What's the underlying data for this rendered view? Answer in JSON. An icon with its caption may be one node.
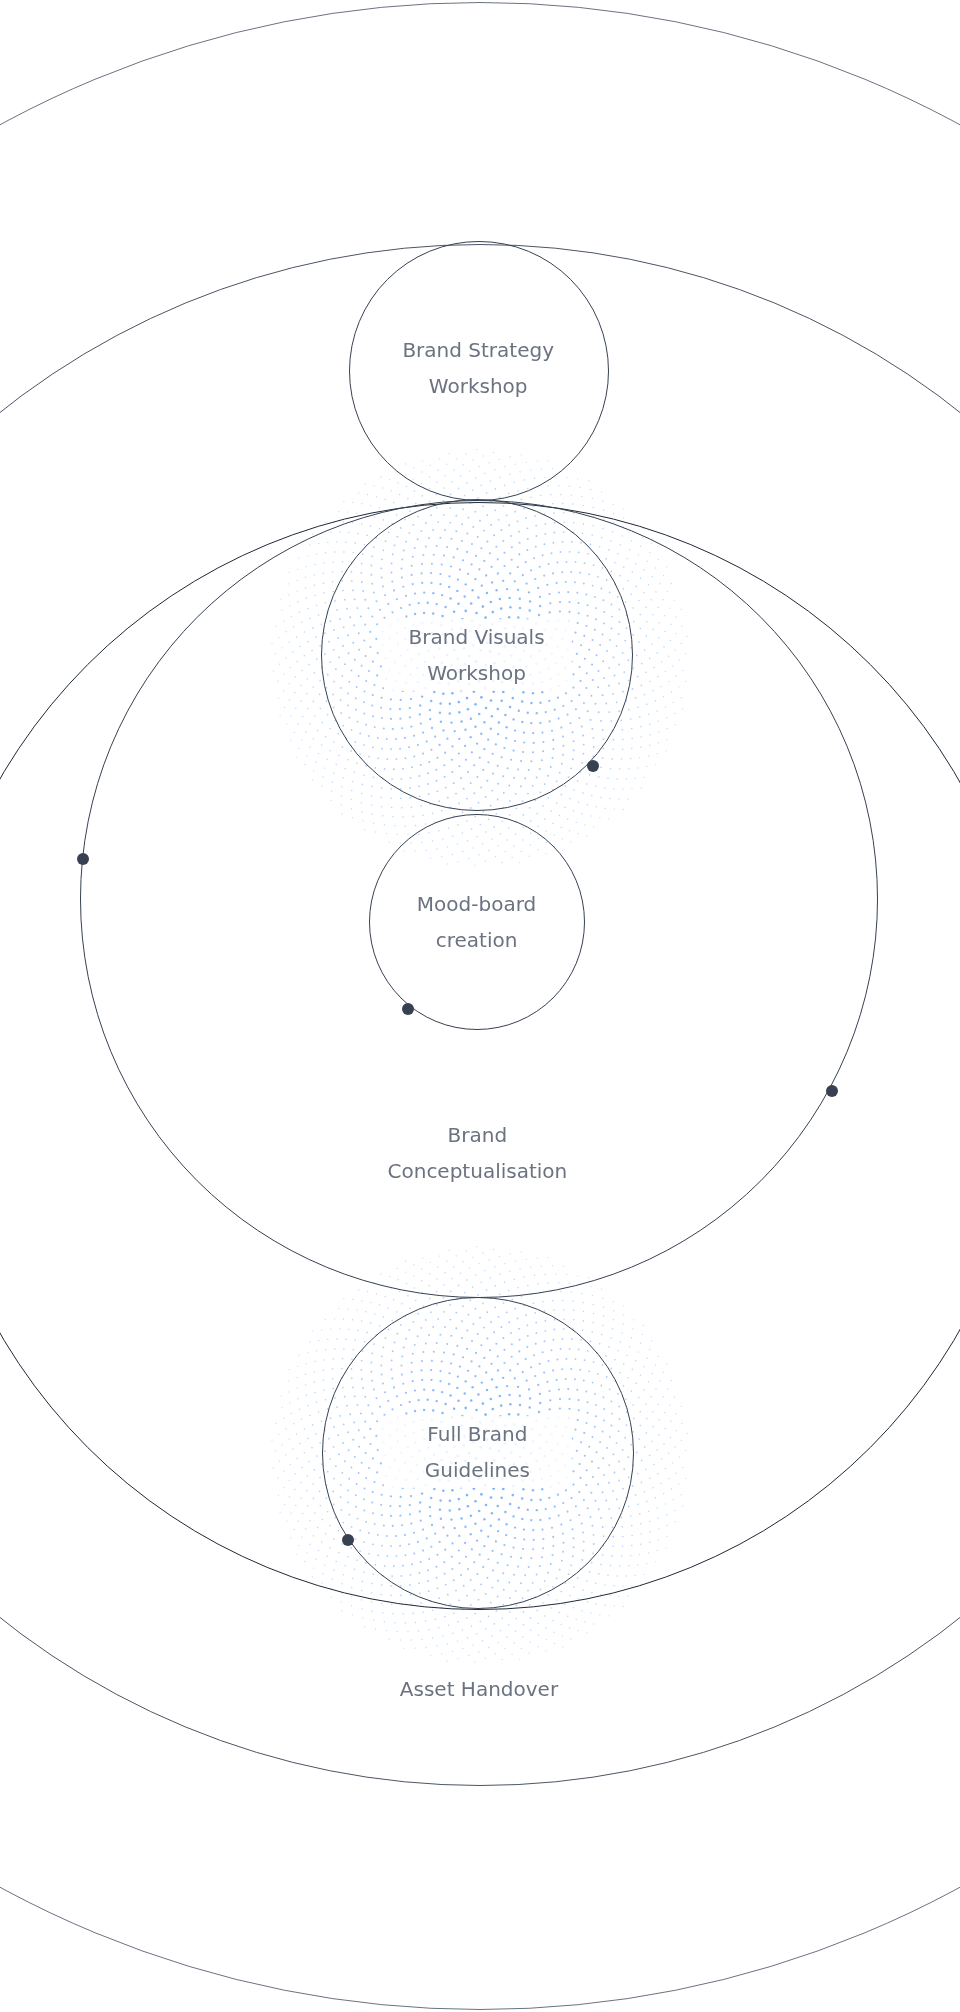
{
  "diagram": {
    "nodes": [
      {
        "text": [],
        "shape": "circle"
      },
      {
        "text": [
          "Asset Handover"
        ],
        "in": 0
      },
      {
        "text": [
          "Brand Strategy Workshop"
        ],
        "in": 1
      },
      {
        "text": [],
        "shape": "circle",
        "in": 1
      },
      {
        "text": [
          "Brand Conceptualisation"
        ],
        "in": 3
      },
      {
        "text": [
          "Brand Visuals Workshop"
        ],
        "in": 4
      },
      {
        "text": [
          "Mood-board creation"
        ],
        "in": 4
      },
      {
        "text": [
          "Full Brand Guidelines"
        ],
        "in": 3
      }
    ]
  }
}
